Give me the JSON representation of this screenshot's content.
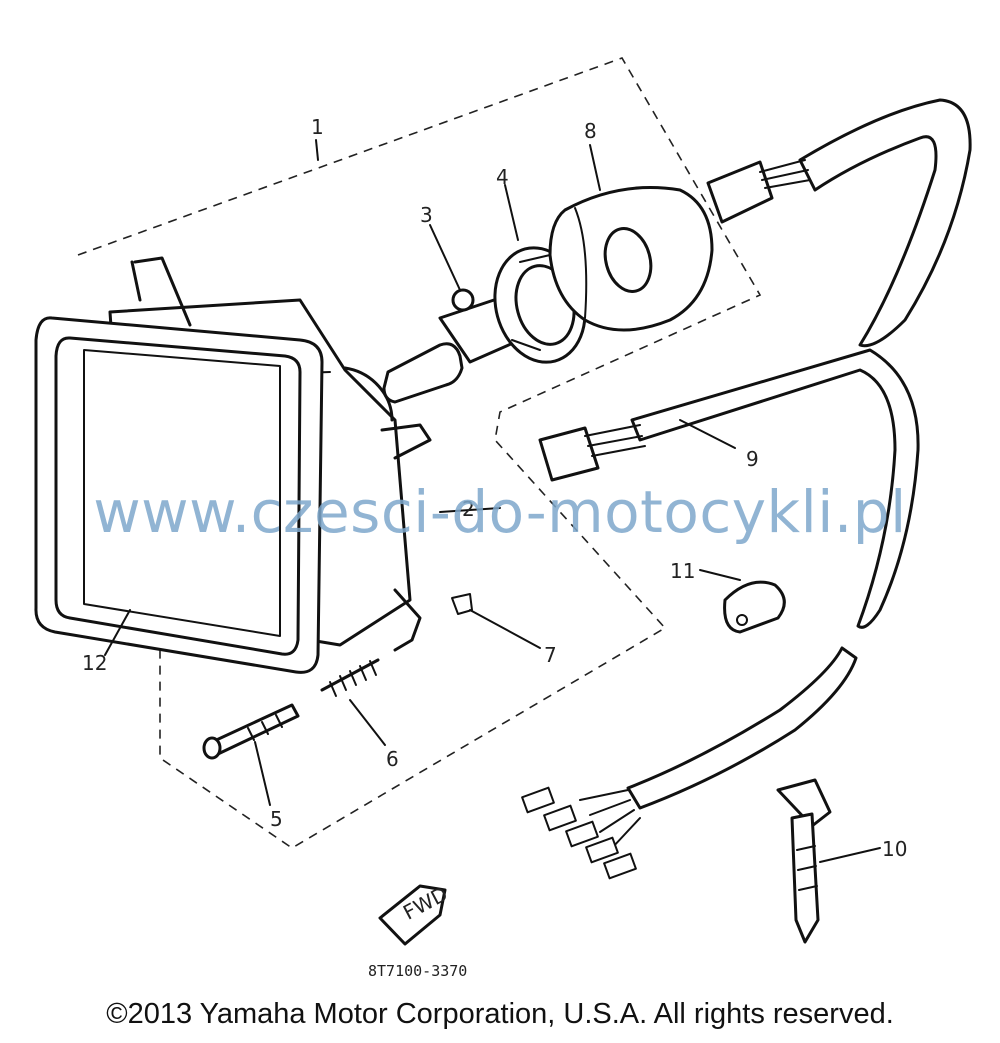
{
  "callouts": {
    "c1": "1",
    "c2": "2",
    "c3": "3",
    "c4": "4",
    "c5": "5",
    "c6": "6",
    "c7": "7",
    "c8": "8",
    "c9": "9",
    "c10": "10",
    "c11": "11",
    "c12": "12"
  },
  "fwd_label": "FWD",
  "part_code": "8T7100-3370",
  "watermark": "www.czesci-do-motocykli.pl",
  "copyright": "©2013 Yamaha Motor Corporation, U.S.A. All rights reserved."
}
